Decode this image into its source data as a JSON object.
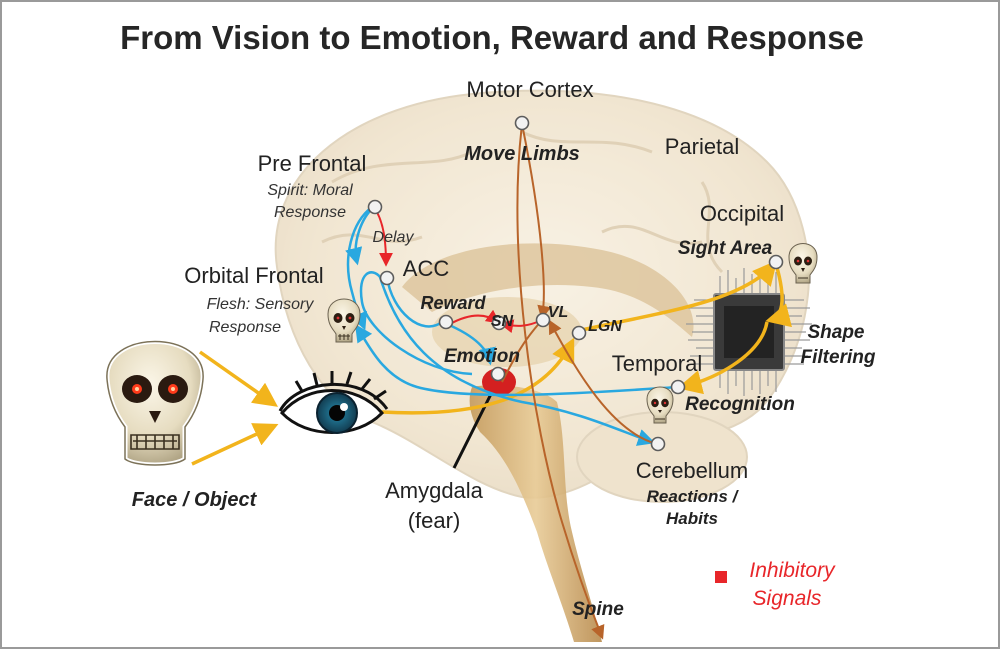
{
  "title": "From Vision to Emotion, Reward and Response",
  "stimulus": {
    "label": "Face / Object",
    "icon": "skull-icon"
  },
  "eye": {
    "icon": "eye-icon"
  },
  "regions": {
    "motor_cortex": "Motor Cortex",
    "parietal": "Parietal",
    "pre_frontal": "Pre Frontal",
    "pre_frontal_sub_1": "Spirit: Moral",
    "pre_frontal_sub_2": "Response",
    "occipital": "Occipital",
    "acc": "ACC",
    "orbital_frontal": "Orbital Frontal",
    "orbital_frontal_sub_1": "Flesh: Sensory",
    "orbital_frontal_sub_2": "Response",
    "temporal": "Temporal",
    "amygdala_1": "Amygdala",
    "amygdala_2": "(fear)",
    "cerebellum": "Cerebellum",
    "cerebellum_sub_1": "Reactions /",
    "cerebellum_sub_2": "Habits"
  },
  "function_labels": {
    "move_limbs": "Move Limbs",
    "sight_area": "Sight Area",
    "reward": "Reward",
    "sn": "SN",
    "vl": "VL",
    "lgn": "LGN",
    "emotion": "Emotion",
    "shape_1": "Shape",
    "shape_2": "Filtering",
    "recognition": "Recognition",
    "spine": "Spine",
    "delay": "Delay"
  },
  "legend": {
    "inhibitory_1": "Inhibitory",
    "inhibitory_2": "Signals",
    "color": "#e8262a"
  },
  "colors": {
    "visual_path": "#f2b41c",
    "cortical_path": "#29a8e0",
    "motor_path": "#b8642a",
    "inhibitory_path": "#e8262a"
  }
}
